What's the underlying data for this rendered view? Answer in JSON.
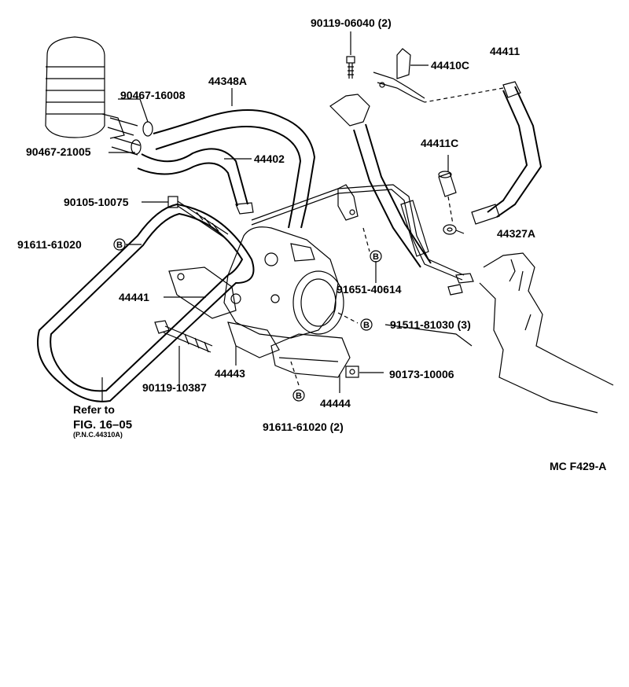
{
  "diagram": {
    "callouts": {
      "bolt_top": "90119-06040 (2)",
      "union_44410c": "44410C",
      "hose_44411": "44411",
      "clamp_16008": "90467-16008",
      "hose_44348a": "44348A",
      "clamp_21005": "90467-21005",
      "hose_44402": "44402",
      "part_44411c": "44411C",
      "bolt_10075": "90105-10075",
      "gasket_44327a": "44327A",
      "bolt_61020_b": "91611-61020",
      "bolt_40614": "91651-40614",
      "bracket_44441": "44441",
      "bolt_81030": "91511-81030 (3)",
      "stud_10387": "90119-10387",
      "bracket_44443": "44443",
      "nut_10006": "90173-10006",
      "bracket_44444": "44444",
      "bolt_61020_2": "91611-61020 (2)"
    },
    "belt_ref": {
      "line1": "Refer to",
      "line2": "FIG. 16–05",
      "line3": "(P.N.C.44310A)"
    },
    "figure_code": "MC F429-A",
    "b_marker": "B"
  }
}
